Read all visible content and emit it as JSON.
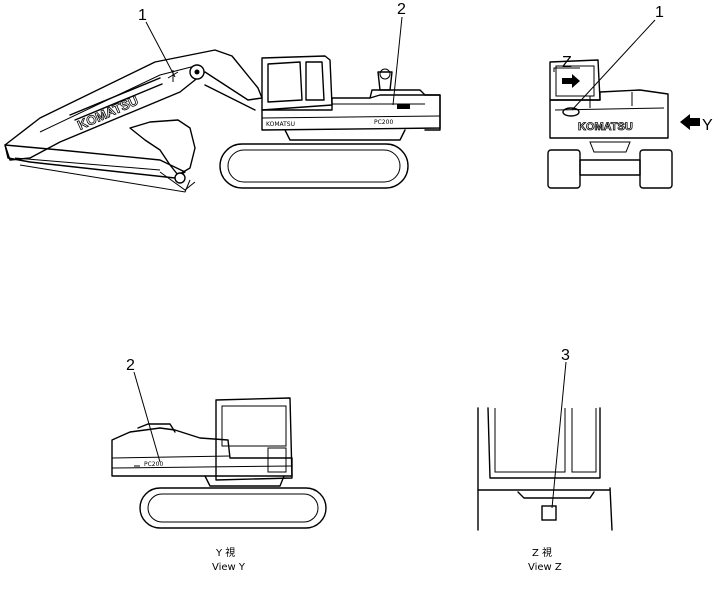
{
  "callouts": {
    "main_boom": "1",
    "main_model": "2",
    "rear_brand": "1",
    "side_model": "2",
    "cab_label": "3"
  },
  "decals": {
    "brand_boom": "KOMATSU",
    "brand_cab": "KOMATSU",
    "brand_rear": "KOMATSU",
    "model_main": "PC200",
    "model_side": "PC200"
  },
  "view_markers": {
    "z": "Z",
    "y": "Y"
  },
  "captions": {
    "view_y_native": "Y 視",
    "view_y_en": "View Y",
    "view_z_native": "Z 視",
    "view_z_en": "View Z"
  }
}
